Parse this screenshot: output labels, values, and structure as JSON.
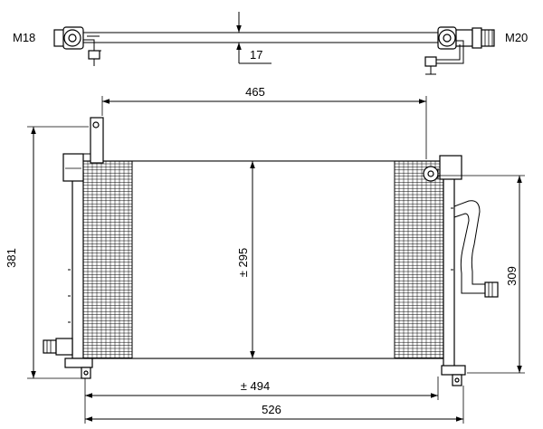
{
  "labels": {
    "thread_left": "M18",
    "thread_right": "M20",
    "pipe_offset": "17",
    "core_width": "465",
    "overall_height": "381",
    "core_height": "± 295",
    "right_height": "309",
    "tank_width": "± 494",
    "overall_width": "526"
  }
}
